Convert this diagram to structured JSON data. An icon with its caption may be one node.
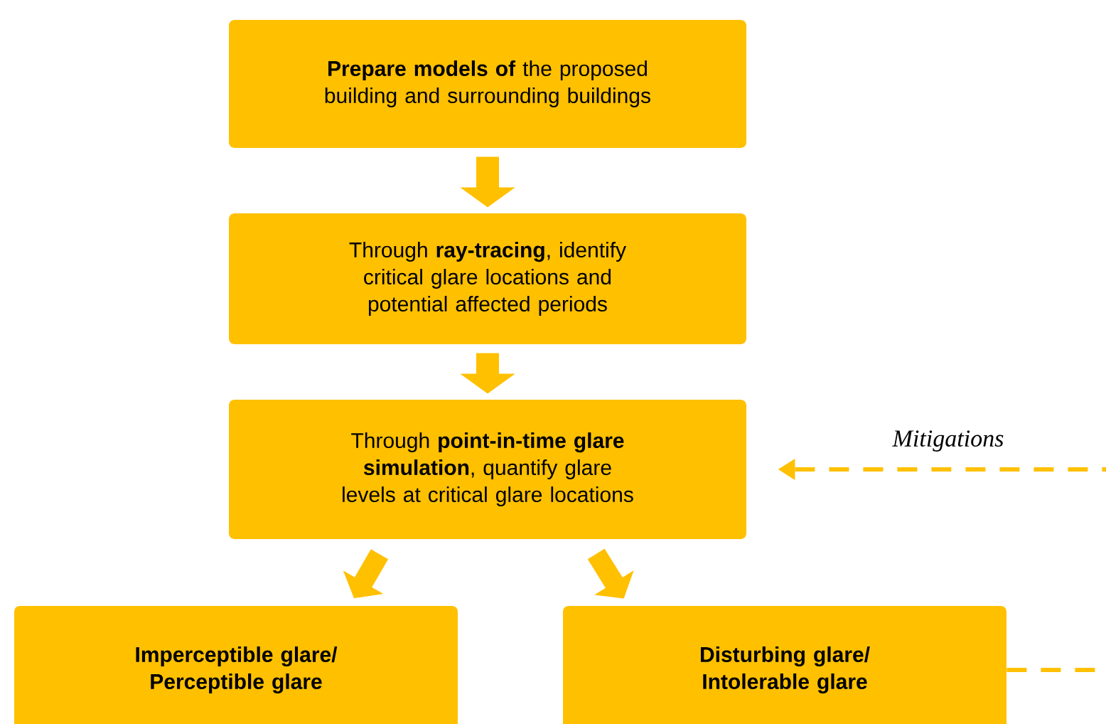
{
  "diagram": {
    "nodes": [
      {
        "text": [
          "**Prepare models of** the proposed building and surrounding buildings"
        ]
      },
      {
        "text": [
          "Through **ray-tracing**, identify critical glare locations and potential affected periods"
        ]
      },
      {
        "text": [
          "Through **point-in-time glare simulation**, quantify glare levels at critical glare locations"
        ]
      },
      {
        "text": [
          "Imperceptible glare/ Perceptible glare"
        ]
      },
      {
        "text": [
          "Disturbing glare/ Intolerable glare"
        ]
      }
    ],
    "edges": [
      {
        "from": 0,
        "to": 1,
        "arrow": "to"
      },
      {
        "from": 1,
        "to": 2,
        "arrow": "to"
      },
      {
        "from": 2,
        "to": 3,
        "arrow": "to"
      },
      {
        "from": 2,
        "to": 4,
        "arrow": "to"
      },
      {
        "from": 4,
        "to": 2,
        "arrow": "to",
        "label": "Mitigations",
        "style": "dashed"
      }
    ]
  }
}
